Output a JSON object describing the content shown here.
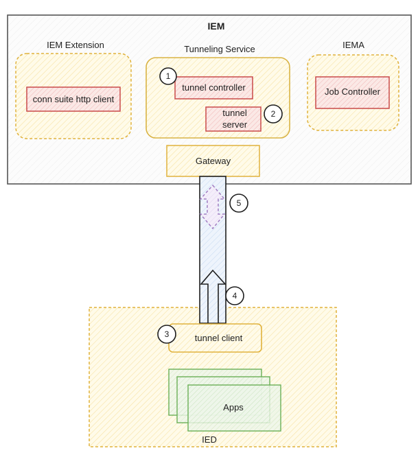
{
  "diagram": {
    "iem": {
      "title": "IEM",
      "iem_extension": {
        "title": "IEM Extension",
        "components": [
          "conn suite http client"
        ]
      },
      "tunneling_service": {
        "title": "Tunneling Service",
        "components": [
          "tunnel controller",
          "tunnel server"
        ]
      },
      "iema": {
        "title": "IEMA",
        "components": [
          "Job Controller"
        ]
      },
      "gateway": "Gateway"
    },
    "ied": {
      "title": "IED",
      "tunnel_client": "tunnel client",
      "apps": "Apps"
    },
    "steps": [
      "1",
      "2",
      "3",
      "4",
      "5"
    ],
    "colors": {
      "container_stroke": "#d4a93a",
      "container_fill": "#fff6d5",
      "component_stroke": "#c94a4a",
      "component_fill": "#f9d6d6",
      "apps_stroke": "#6aaf56",
      "apps_fill": "#dff0d8",
      "tunnel_fill": "#dbe8f7",
      "bidirectional_arrow": "#a27ec2",
      "outline": "#1e1e1e"
    }
  }
}
